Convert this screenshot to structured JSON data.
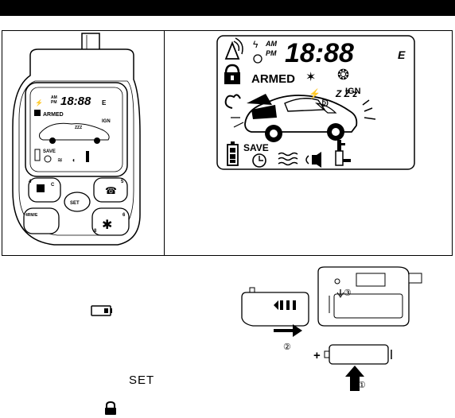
{
  "remote": {
    "lcd_time": "18:88",
    "lcd_suffix": "E",
    "am": "AM",
    "pm": "PM",
    "armed": "ARMED",
    "ign": "IGN",
    "save": "SAVE",
    "zzz": "ZZZ",
    "buttons": {
      "set": "SET",
      "b1_top": "4",
      "b1_sub": "C",
      "b2_top": "5",
      "b3_left": "4RM/E",
      "b4_top": "6",
      "b4_left": "8"
    }
  },
  "lcd_detail": {
    "time": "18:88",
    "suffix": "E",
    "am": "AM",
    "pm": "PM",
    "armed": "ARMED",
    "ign": "IGN",
    "save": "SAVE",
    "zzz": "Z Z z"
  },
  "battery_section": {
    "set_label": "SET",
    "step1": "①",
    "step2": "②",
    "step3": "③",
    "plus": "+"
  },
  "colors": {
    "ink": "#000000",
    "paper": "#ffffff"
  }
}
